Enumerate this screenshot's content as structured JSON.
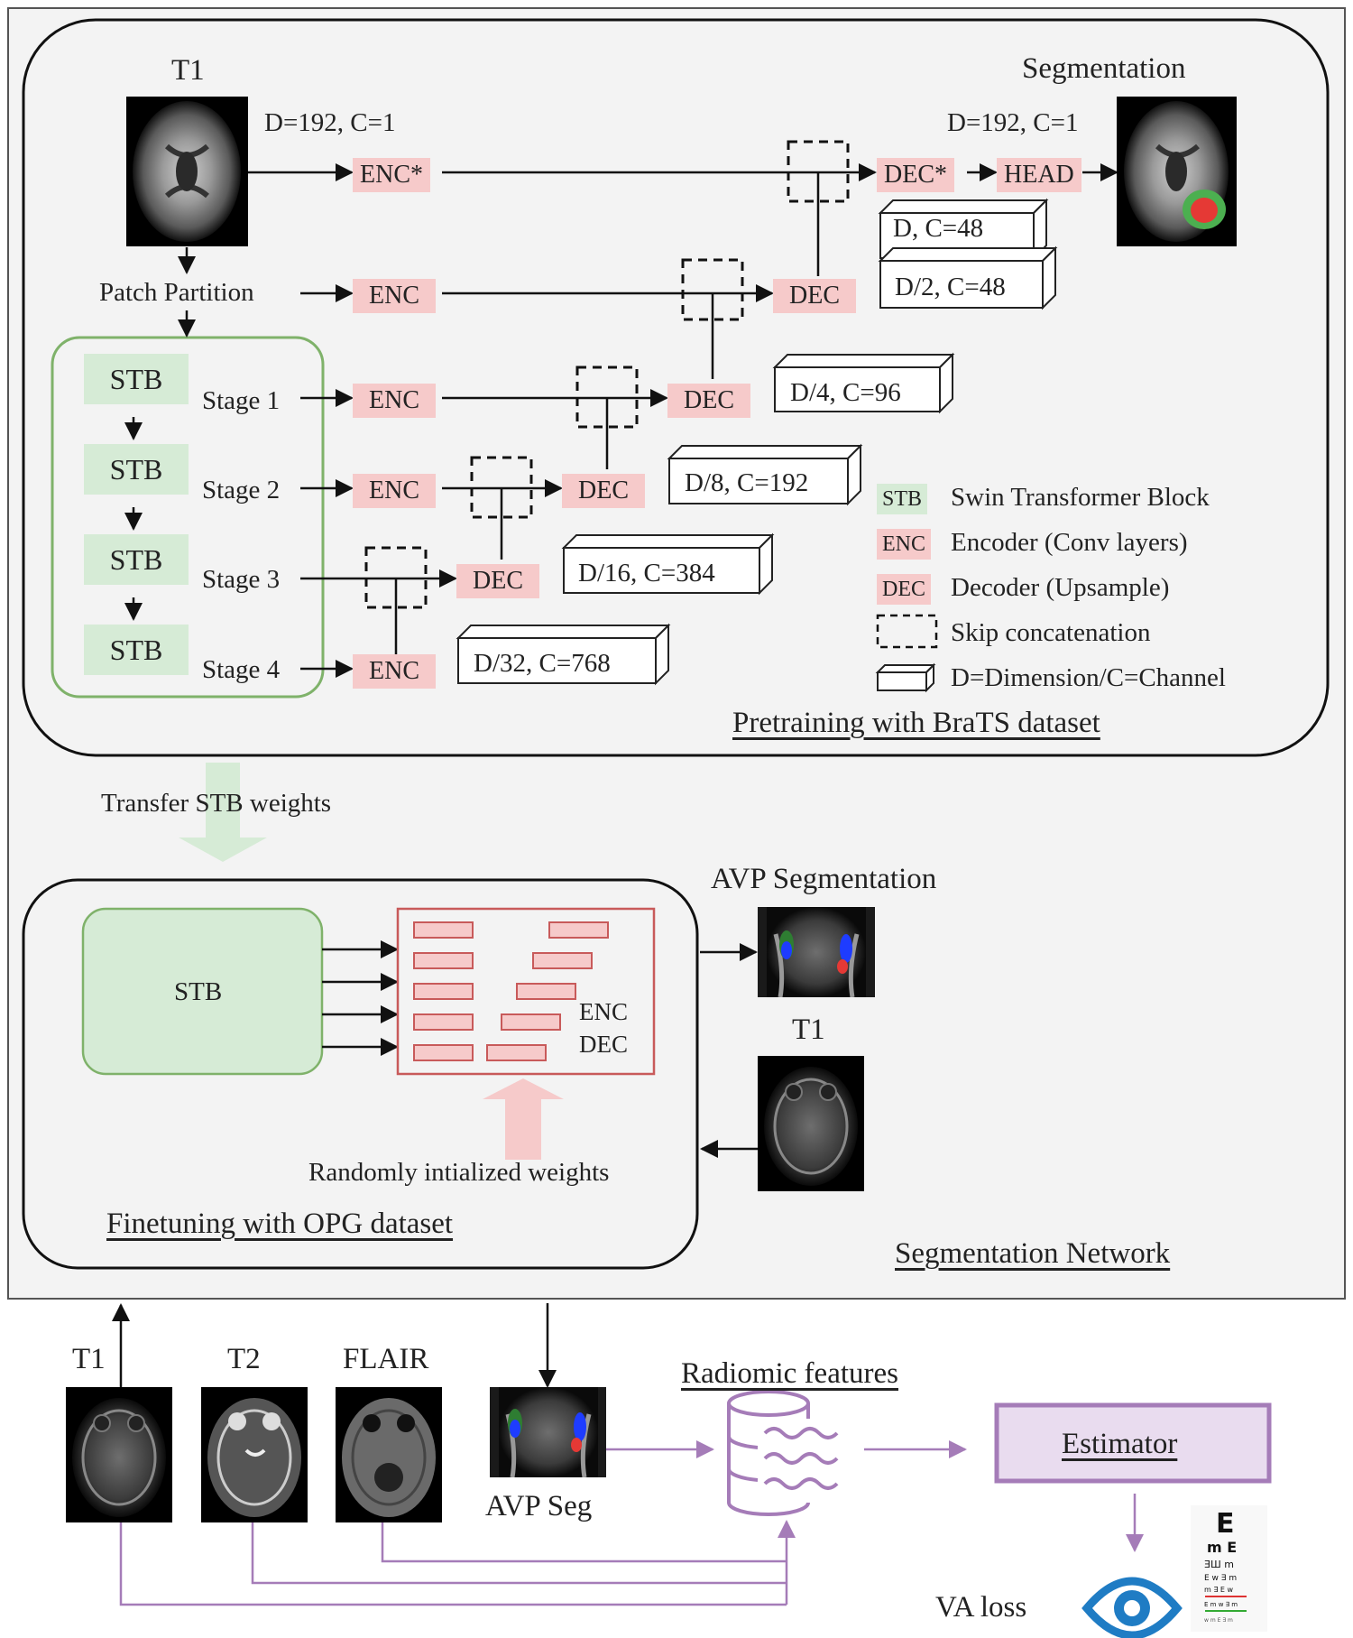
{
  "pretrain": {
    "input_label": "T1",
    "output_label": "Segmentation",
    "in_dims": "D=192, C=1",
    "out_dims": "D=192, C=1",
    "patch_partition": "Patch Partition",
    "enc_star": "ENC*",
    "dec_star": "DEC*",
    "head": "HEAD",
    "enc": "ENC",
    "dec": "DEC",
    "stb": "STB",
    "stages": [
      "Stage 1",
      "Stage 2",
      "Stage 3",
      "Stage 4"
    ],
    "feature_maps": [
      "D, C=48",
      "D/2, C=48",
      "D/4, C=96",
      "D/8, C=192",
      "D/16, C=384",
      "D/32, C=768"
    ],
    "title": "Pretraining with BraTS dataset"
  },
  "legend": [
    {
      "tag": "STB",
      "text": "Swin Transformer Block",
      "color": "#d6ebd6"
    },
    {
      "tag": "ENC",
      "text": "Encoder (Conv layers)",
      "color": "#f6caca"
    },
    {
      "tag": "DEC",
      "text": "Decoder (Upsample)",
      "color": "#f6caca"
    },
    {
      "tag": "",
      "text": "Skip concatenation",
      "icon": "dashed-square-icon"
    },
    {
      "tag": "",
      "text": "D=Dimension/C=Channel",
      "icon": "cuboid-icon"
    }
  ],
  "transfer_label": "Transfer STB weights",
  "finetune": {
    "stb": "STB",
    "enc": "ENC",
    "dec": "DEC",
    "random_weights": "Randomly intialized weights",
    "title": "Finetuning with OPG dataset",
    "avp_seg_label": "AVP Segmentation",
    "t1_label": "T1"
  },
  "network_title": "Segmentation Network",
  "bottom": {
    "inputs": [
      "T1",
      "T2",
      "FLAIR"
    ],
    "avp_seg": "AVP Seg",
    "radiomic": "Radiomic features",
    "estimator": "Estimator",
    "va_loss": "VA loss"
  },
  "colors": {
    "enc_fill": "#f6caca",
    "stb_fill": "#d6ebd6",
    "stb_border": "#7fb26a",
    "panel_bg": "#f3f3f3",
    "purple": "#a57cb8",
    "estimator_fill": "#e9dcef",
    "finetune_red": "#c85a5a",
    "eye_blue": "#1f7cc4"
  }
}
